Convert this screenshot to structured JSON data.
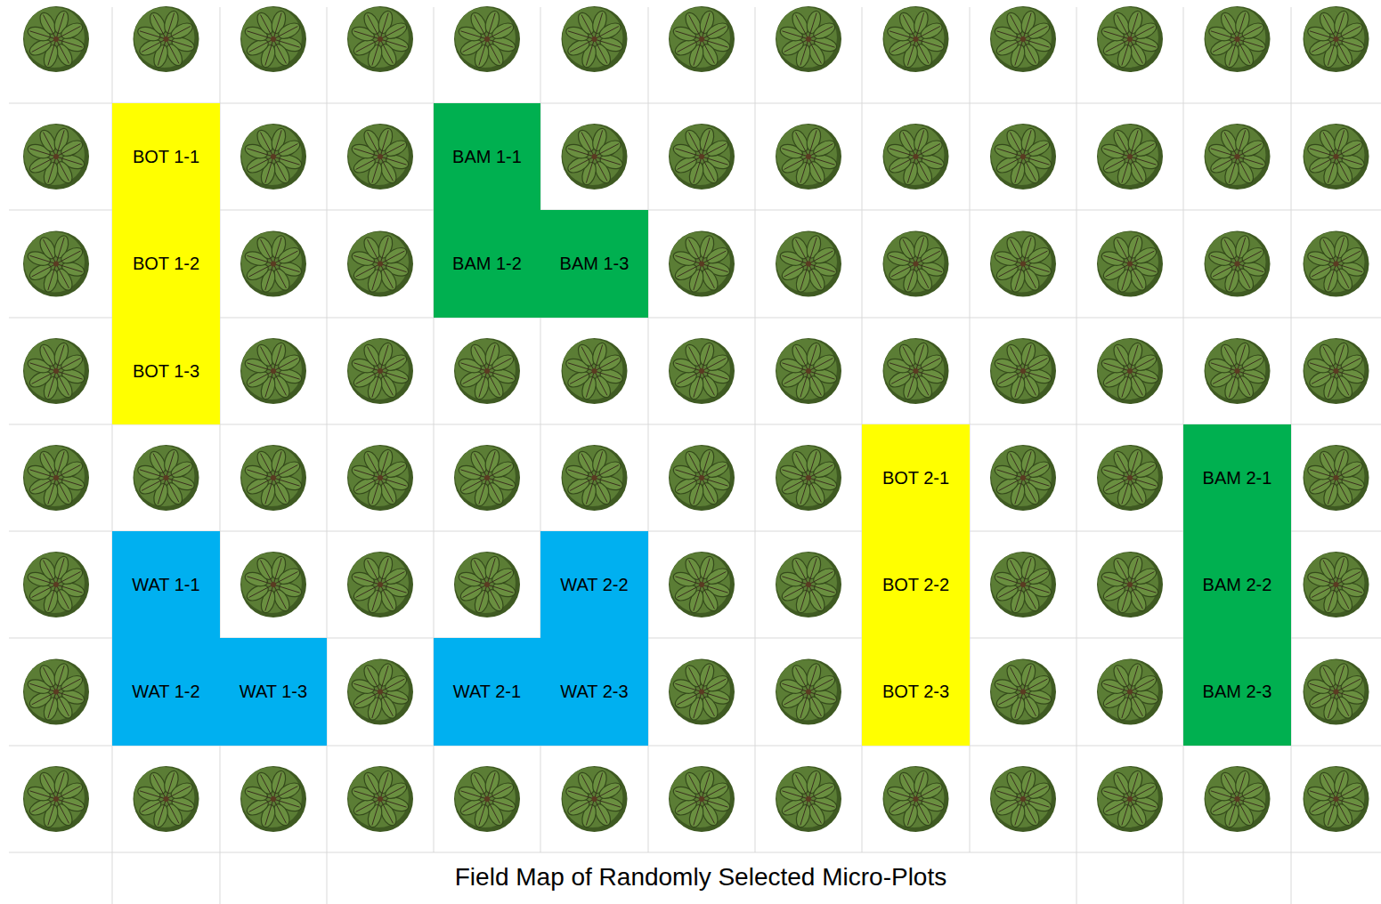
{
  "diagram": {
    "caption": "Field Map of Randomly Selected Micro-Plots",
    "nodes": [
      {
        "text": [
          "BOT 1-1"
        ]
      },
      {
        "text": [
          "BAM 1-1"
        ]
      },
      {
        "text": [
          "BOT 1-2"
        ]
      },
      {
        "text": [
          "BAM 1-2"
        ]
      },
      {
        "text": [
          "BAM 1-3"
        ]
      },
      {
        "text": [
          "BOT 1-3"
        ]
      },
      {
        "text": [
          "BOT 2-1"
        ]
      },
      {
        "text": [
          "BAM 2-1"
        ]
      },
      {
        "text": [
          "WAT 1-1"
        ]
      },
      {
        "text": [
          "WAT 2-2"
        ]
      },
      {
        "text": [
          "BOT 2-2"
        ]
      },
      {
        "text": [
          "BAM 2-2"
        ]
      },
      {
        "text": [
          "WAT 1-2"
        ]
      },
      {
        "text": [
          "WAT 1-3"
        ]
      },
      {
        "text": [
          "WAT 2-1"
        ]
      },
      {
        "text": [
          "WAT 2-3"
        ]
      },
      {
        "text": [
          "BOT 2-3"
        ]
      },
      {
        "text": [
          "BAM 2-3"
        ]
      }
    ]
  }
}
